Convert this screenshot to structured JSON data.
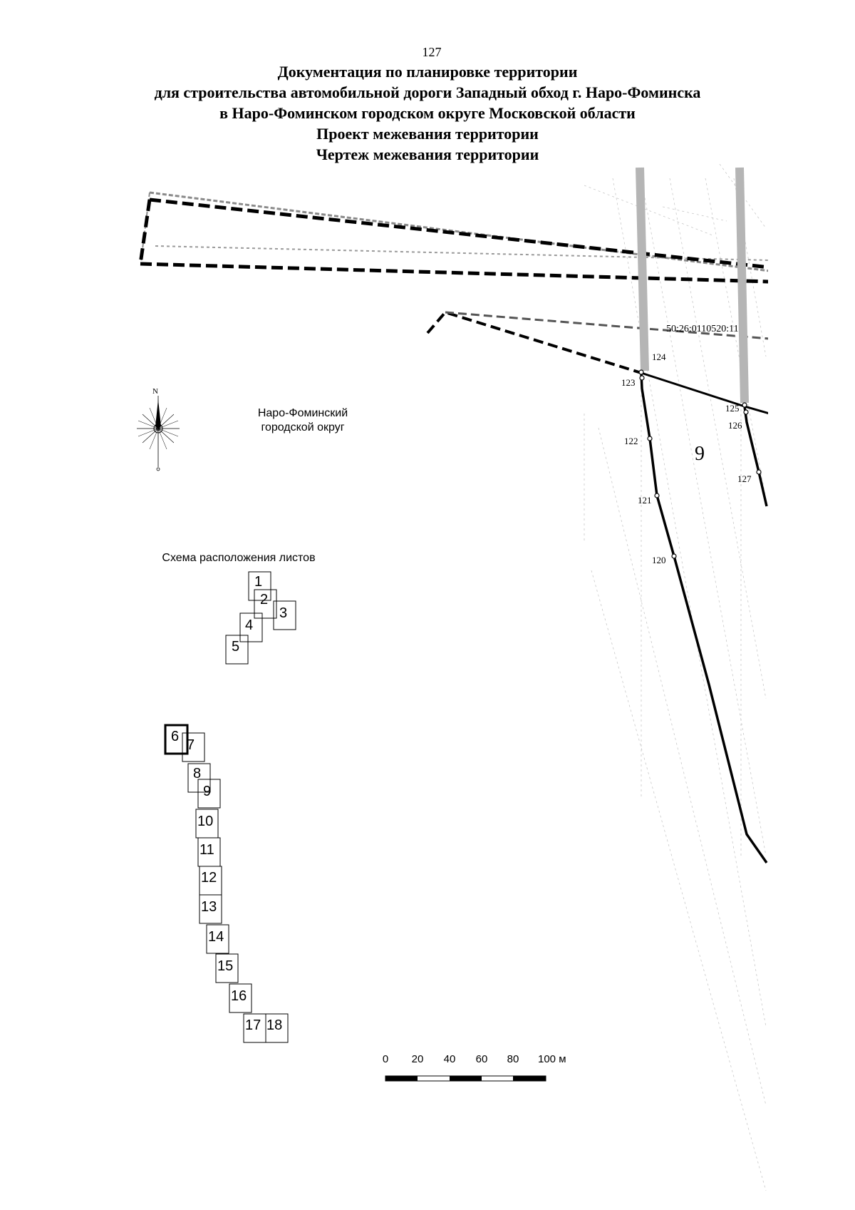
{
  "page_number": "127",
  "title_lines": [
    "Документация по планировке территории",
    "для строительства автомобильной дороги Западный обход г. Наро-Фоминска",
    "в Наро-Фоминском городском округе Московской области",
    "Проект межевания территории",
    "Чертеж межевания территории"
  ],
  "map": {
    "cadastral_number": "50:26:0110520:11",
    "district_label_line1": "Наро-Фоминский",
    "district_label_line2": "городской округ",
    "parcel_number": "9",
    "points": {
      "p120": "120",
      "p121": "121",
      "p122": "122",
      "p123": "123",
      "p124": "124",
      "p125": "125",
      "p126": "126",
      "p127": "127"
    }
  },
  "compass": {
    "north": "N"
  },
  "sheet_scheme": {
    "title": "Схема расположения листов",
    "sheets": [
      "1",
      "2",
      "3",
      "4",
      "5",
      "6",
      "7",
      "8",
      "9",
      "10",
      "11",
      "12",
      "13",
      "14",
      "15",
      "16",
      "17",
      "18"
    ],
    "current_sheet": "6"
  },
  "scale_bar": {
    "ticks": [
      "0",
      "20",
      "40",
      "60",
      "80",
      "100 м"
    ]
  }
}
